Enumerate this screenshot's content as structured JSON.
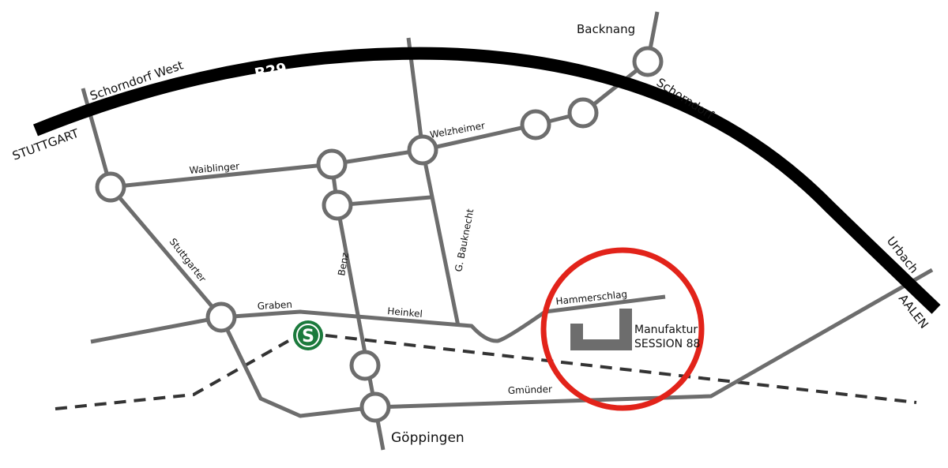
{
  "highway": {
    "name": "B29",
    "west": "STUTTGART",
    "east": "AALEN",
    "exit_west": "Schorndorf West",
    "exit_east": "Schorndorf",
    "exit_urbach": "Urbach"
  },
  "towns": {
    "backnang": "Backnang",
    "goeppingen": "Göppingen"
  },
  "streets": {
    "welzheimer": "Welzheimer",
    "waiblinger": "Waiblinger",
    "stuttgarter": "Stuttgarter",
    "benz": "Benz",
    "bauknecht": "G. Bauknecht",
    "graben": "Graben",
    "heinkel": "Heinkel",
    "hammerschlag": "Hammerschlag",
    "gmuender": "Gmünder"
  },
  "station": {
    "symbol": "S",
    "icon": "s-bahn-icon"
  },
  "destination": {
    "line1": "Manufaktur",
    "line2": "SESSION 88",
    "icon": "building-icon"
  },
  "colors": {
    "road": "#6d6d6d",
    "highway": "#000000",
    "highlight": "#e2231a",
    "sbahn": "#1b7a3c",
    "rail": "#333333"
  }
}
